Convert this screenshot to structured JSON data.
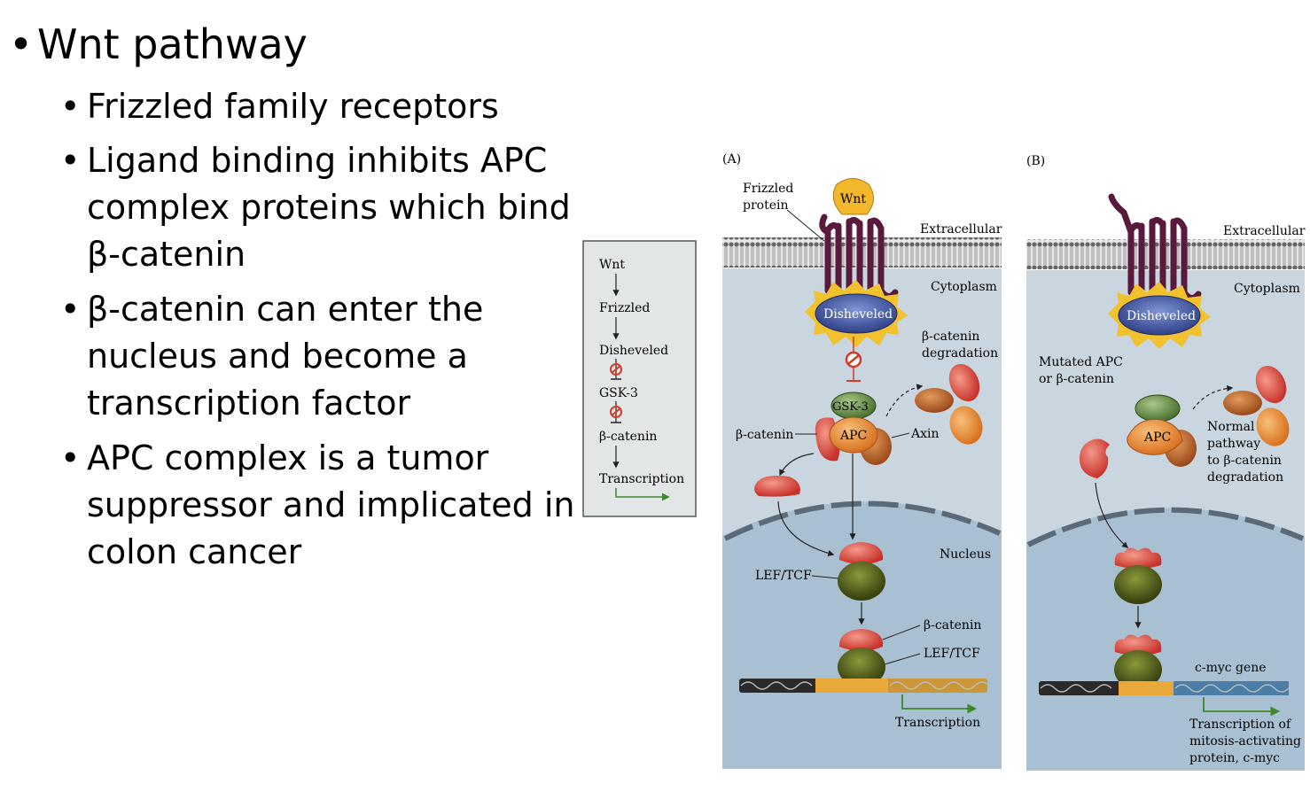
{
  "slide": {
    "bullets": [
      {
        "text": "Wnt pathway",
        "level": 1
      },
      {
        "text": "Frizzled family receptors",
        "level": 2
      },
      {
        "text": "Ligand binding inhibits APC complex proteins which bind β-catenin",
        "level": 2
      },
      {
        "text": "β-catenin can enter the nucleus and become a transcription factor",
        "level": 2
      },
      {
        "text": "APC complex is a tumor suppressor and implicated in colon cancer",
        "level": 2
      }
    ],
    "bullet_glyph": "•"
  },
  "flow": {
    "steps": [
      "Wnt",
      "Frizzled",
      "Disheveled",
      "GSK-3",
      "β-catenin",
      "Transcription"
    ]
  },
  "panel_a": {
    "tag": "(A)",
    "frizzled_label": [
      "Frizzled",
      "protein"
    ],
    "wnt": "Wnt",
    "extracellular": "Extracellular",
    "cytoplasm": "Cytoplasm",
    "disheveled": "Disheveled",
    "degradation_label": [
      "β-catenin",
      "degradation"
    ],
    "gsk3": "GSK-3",
    "apc": "APC",
    "bcatenin_left": "β-catenin",
    "axin": "Axin",
    "nucleus": "Nucleus",
    "leftcf": "LEF/TCF",
    "bcatenin_dna": "β-catenin",
    "leftcf_dna": "LEF/TCF",
    "transcription": "Transcription"
  },
  "panel_b": {
    "tag": "(B)",
    "extracellular": "Extracellular",
    "cytoplasm": "Cytoplasm",
    "disheveled": "Disheveled",
    "mutated_label": [
      "Mutated APC",
      "or β-catenin"
    ],
    "apc": "APC",
    "normal_label": [
      "Normal",
      "pathway",
      "to β-catenin",
      "degradation"
    ],
    "cmyc_gene": "c-myc gene",
    "transcription_label": [
      "Transcription of",
      "mitosis-activating",
      "protein, c-myc"
    ]
  },
  "colors": {
    "cell_bg": "#c9d6df",
    "nucleus_bg": "#a9c0d2",
    "membrane": "#5a5a5a",
    "frizzled": "#5a1a3e",
    "wnt": "#f3b72b",
    "disheveled": "#4a5fa8",
    "burst": "#f2c12e",
    "red_protein": "#e0504a",
    "orange_protein": "#e88a2e",
    "green_protein": "#6a8a4a",
    "olive_protein": "#4f5a1e",
    "dna_dark": "#2a2a2a",
    "dna_orange": "#e8a93a",
    "dna_blue": "#4a7ea8",
    "arrow_green": "#3a8a2a",
    "inhibit_red": "#d23a2a"
  }
}
